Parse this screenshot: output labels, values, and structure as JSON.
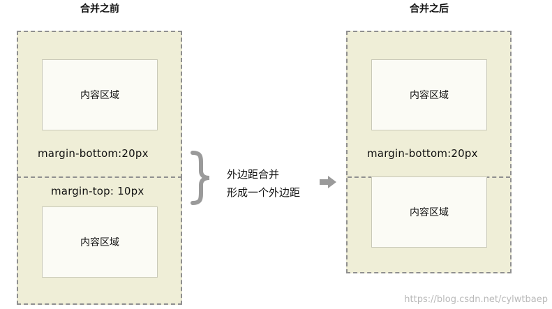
{
  "before": {
    "title": "合并之前",
    "top_box_label": "内容区域",
    "top_margin_label": "margin-bottom:20px",
    "bottom_margin_label": "margin-top: 10px",
    "bottom_box_label": "内容区域"
  },
  "note": {
    "line1": "外边距合并",
    "line2": "形成一个外边距"
  },
  "after": {
    "title": "合并之后",
    "top_box_label": "内容区域",
    "margin_label": "margin-bottom:20px",
    "bottom_box_label": "内容区域"
  },
  "watermark": "https://blog.csdn.net/cylwtbaep",
  "colors": {
    "outer_fill": "#efeed7",
    "inner_fill": "#fbfbf5",
    "dashed_border": "#8f8f8f",
    "brace_arrow": "#9a9a9a"
  },
  "icons": {
    "brace": "curly-brace-icon",
    "arrow": "right-arrow-icon"
  }
}
